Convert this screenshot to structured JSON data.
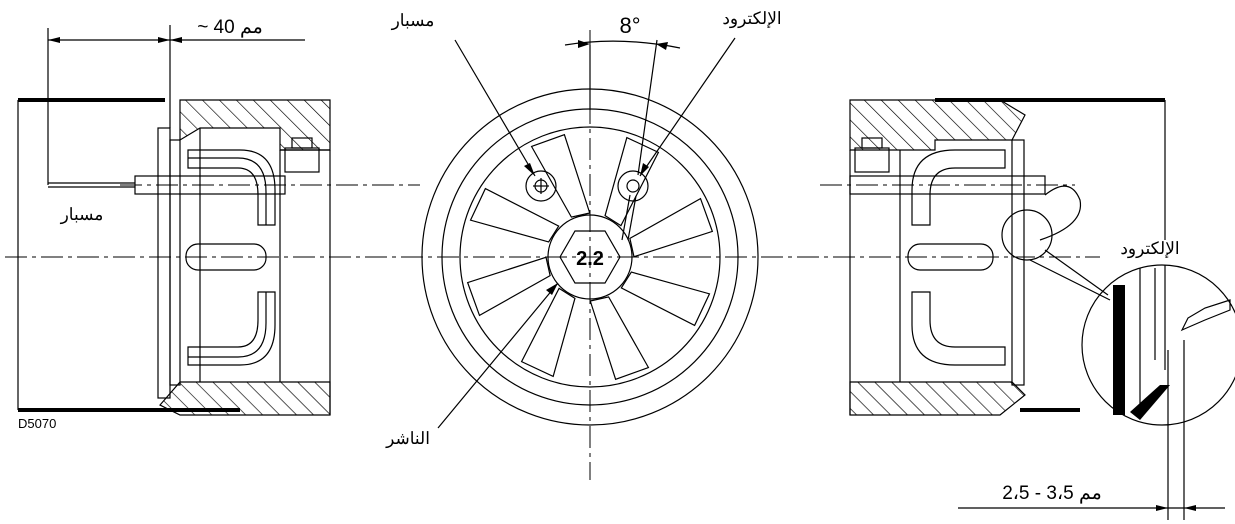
{
  "labels": {
    "dist_40": "~ 40 مم",
    "probe_top": "مسبار",
    "electrode_top": "الإلكترود",
    "angle": "8°",
    "probe_left": "مسبار",
    "diffuser_size": "2.2",
    "electrode_right": "الإلكترود",
    "diffuser": "الناشر",
    "figure_code": "D5070",
    "gap": "2،5 - 3،5 مم"
  }
}
